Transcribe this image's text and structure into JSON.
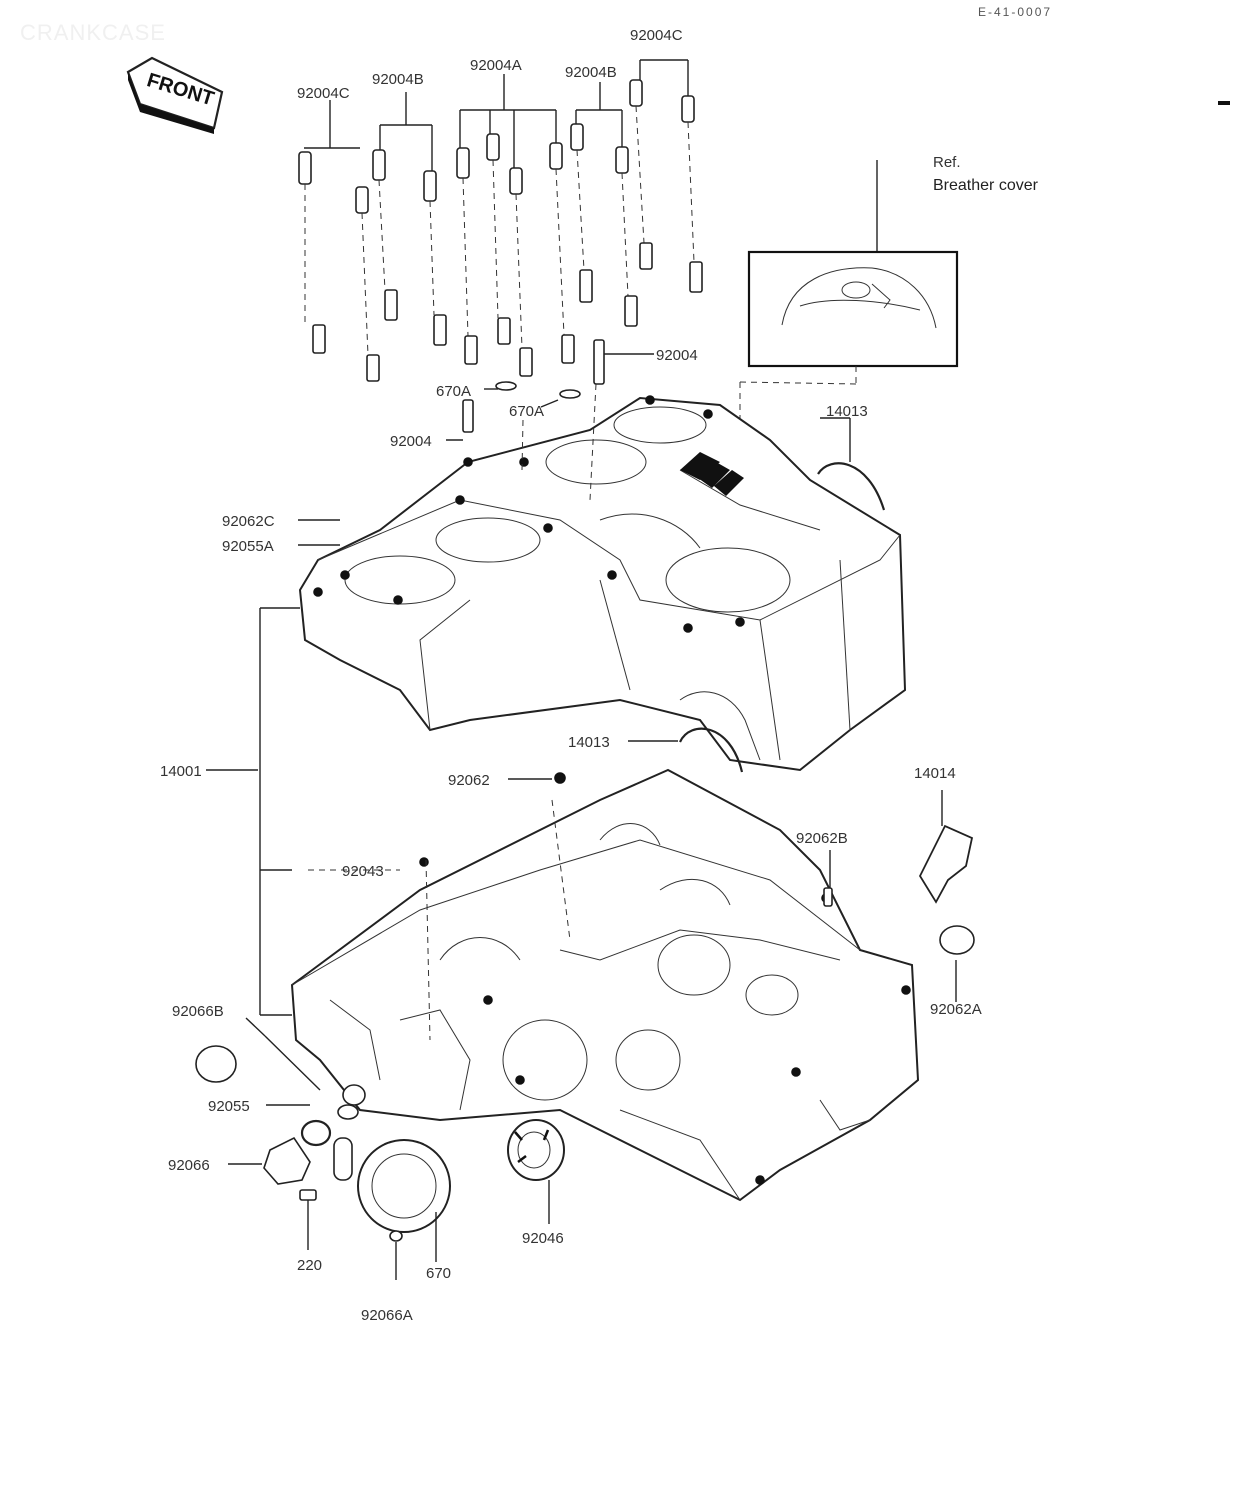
{
  "header": {
    "ghost_title": "CRANKCASE",
    "code": "E-41-0007",
    "front_badge": "FRONT"
  },
  "reference": {
    "line1": "Ref.",
    "line2": "Breather cover"
  },
  "labels": {
    "l92004C_top": "92004C",
    "l92004C_left": "92004C",
    "l92004B_left": "92004B",
    "l92004A": "92004A",
    "l92004B_right": "92004B",
    "l92004_right": "92004",
    "l670A_left": "670A",
    "l670A_mid": "670A",
    "l92004_left": "92004",
    "l14013_top": "14013",
    "l92062C": "92062C",
    "l92055A": "92055A",
    "l14013_bottom": "14013",
    "l14001": "14001",
    "l92062": "92062",
    "l14014": "14014",
    "l92062B": "92062B",
    "l92043": "92043",
    "l92062A": "92062A",
    "l92066B": "92066B",
    "l92055": "92055",
    "l92066": "92066",
    "l220": "220",
    "l670": "670",
    "l92046": "92046",
    "l92066A": "92066A"
  }
}
